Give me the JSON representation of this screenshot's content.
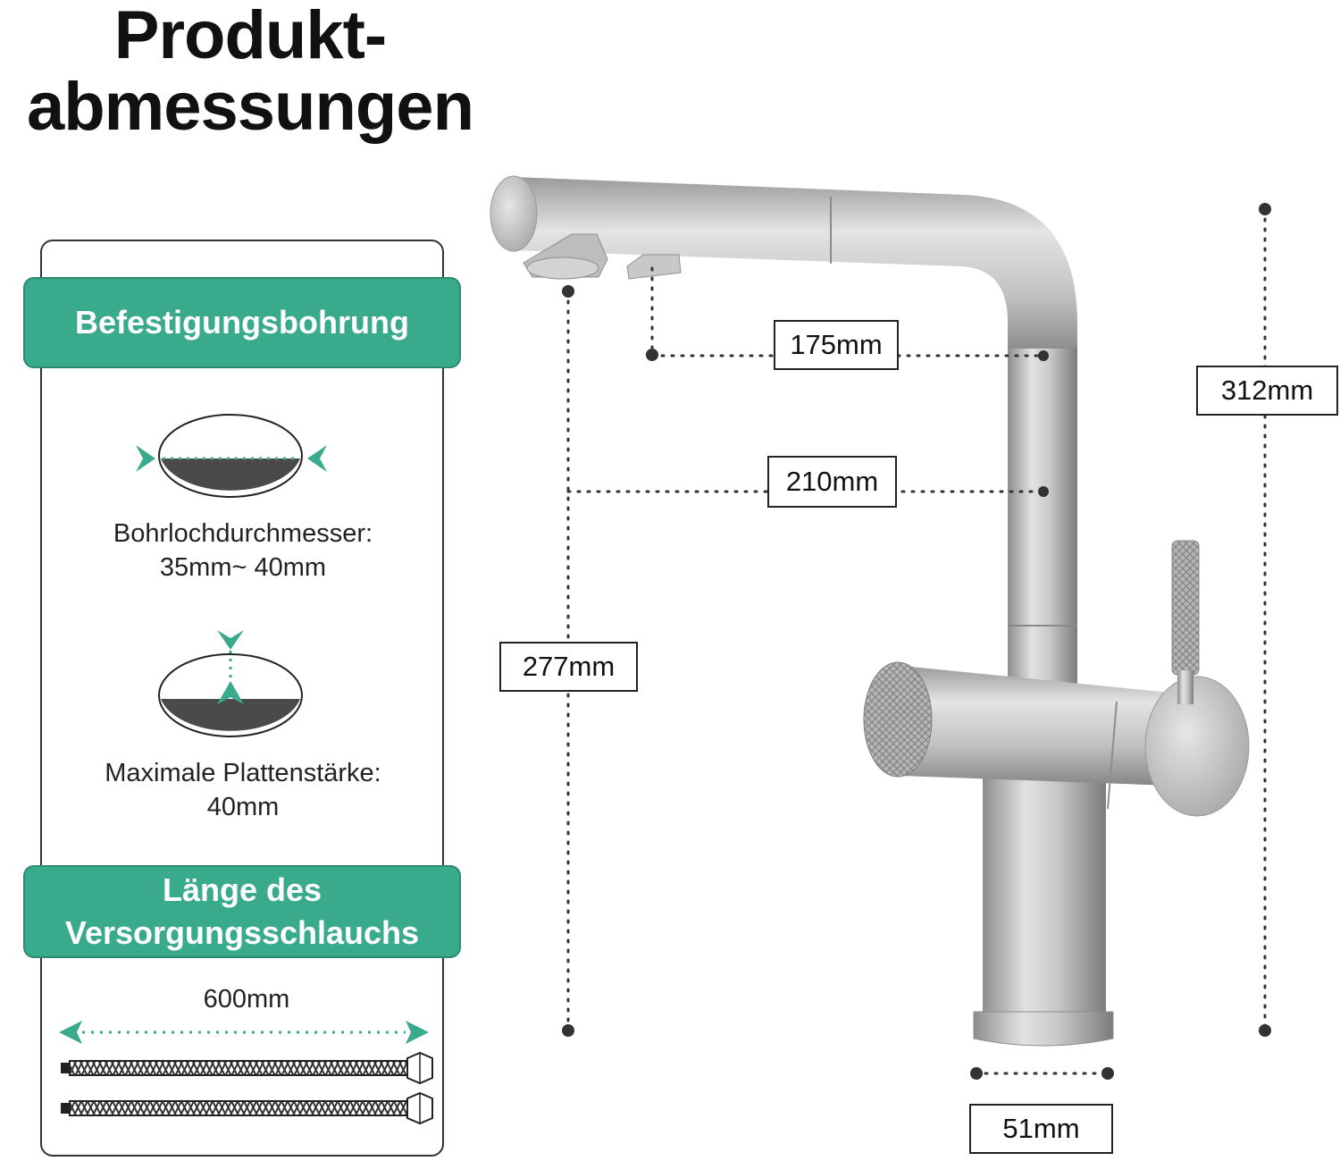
{
  "title": {
    "line1": "Produkt-",
    "line2": "abmessungen"
  },
  "panel": {
    "mounting_header": "Befestigungsbohrung",
    "hole_diameter_label": "Bohrlochdurchmesser:",
    "hole_diameter_value": "35mm~ 40mm",
    "plate_thickness_label": "Maximale Plattenstärke:",
    "plate_thickness_value": "40mm",
    "hose_header_line1": "Länge des",
    "hose_header_line2": "Versorgungsschlauchs",
    "hose_length_value": "600mm"
  },
  "dimensions": {
    "spout_reach_short": "175mm",
    "spout_reach_long": "210mm",
    "total_height": "312mm",
    "spout_height": "277mm",
    "base_diameter": "51mm"
  },
  "colors": {
    "accent": "#3aaa8d",
    "accent_border": "#2d8a71",
    "hole_fill": "#4a4a4a",
    "metal": "#c4c4c4"
  }
}
